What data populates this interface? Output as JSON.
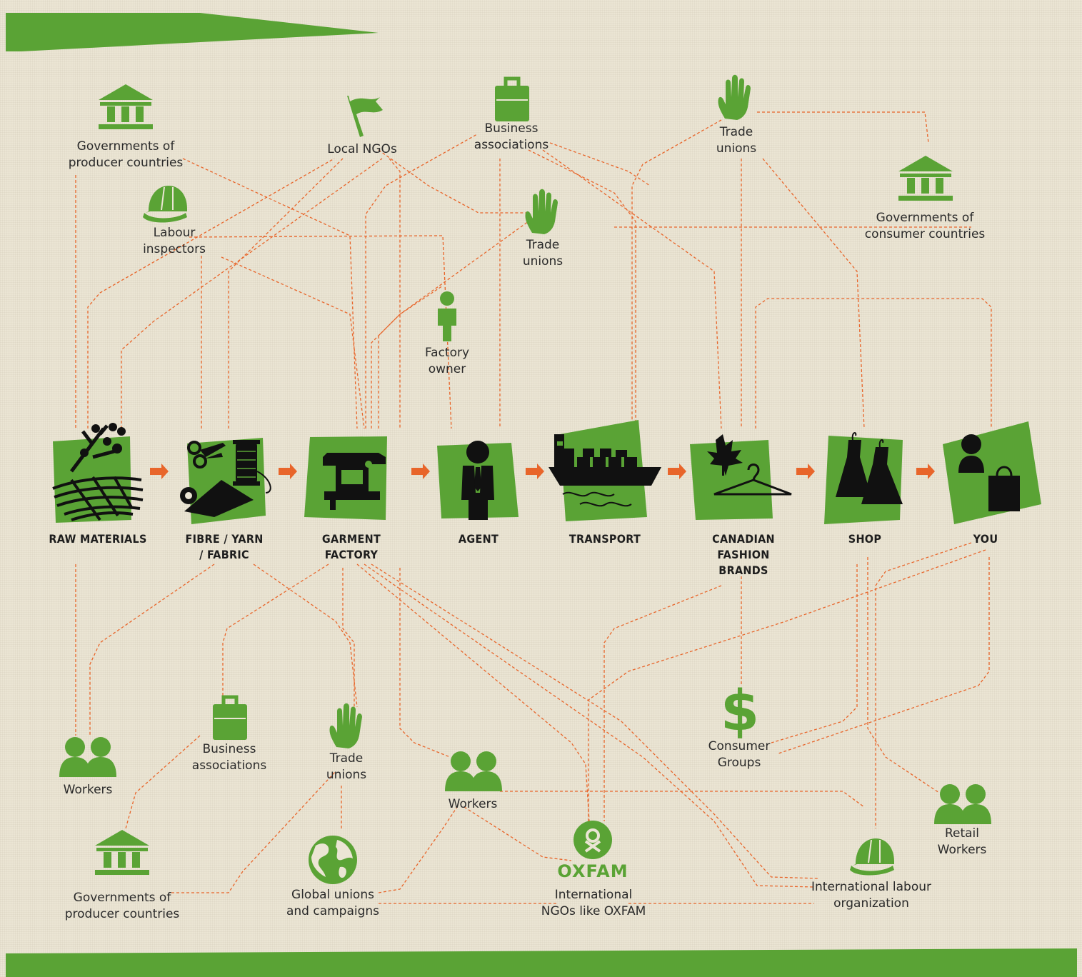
{
  "stages": [
    {
      "name": "RAW MATERIALS"
    },
    {
      "name": "FIBRE / YARN\n/ FABRIC"
    },
    {
      "name": "GARMENT\nFACTORY"
    },
    {
      "name": "AGENT"
    },
    {
      "name": "TRANSPORT"
    },
    {
      "name": "CANADIAN\nFASHION\nBRANDS"
    },
    {
      "name": "SHOP"
    },
    {
      "name": "YOU"
    }
  ],
  "actors": {
    "gov_producer_top": "Governments of\nproducer countries",
    "local_ngos": "Local NGOs",
    "business_assoc_top": "Business\nassociations",
    "trade_unions_top_right": "Trade\nunions",
    "gov_consumer": "Governments of\nconsumer countries",
    "labour_inspectors": "Labour\ninspectors",
    "trade_unions_top_mid": "Trade\nunions",
    "factory_owner": "Factory\nowner",
    "workers_left": "Workers",
    "business_assoc_bottom": "Business\nassociations",
    "trade_unions_bottom": "Trade\nunions",
    "workers_mid": "Workers",
    "consumer_groups": "Consumer\nGroups",
    "retail_workers": "Retail\nWorkers",
    "gov_producer_bottom": "Governments of\nproducer countries",
    "global_unions": "Global unions\nand campaigns",
    "intl_ngos": "International\nNGOs like OXFAM",
    "ilo": "International labour\norganization"
  },
  "logo_text": "OXFAM",
  "colors": {
    "green": "#5aa335",
    "orange": "#e8652a",
    "ink": "#111111",
    "background": "#ebe5d4"
  }
}
